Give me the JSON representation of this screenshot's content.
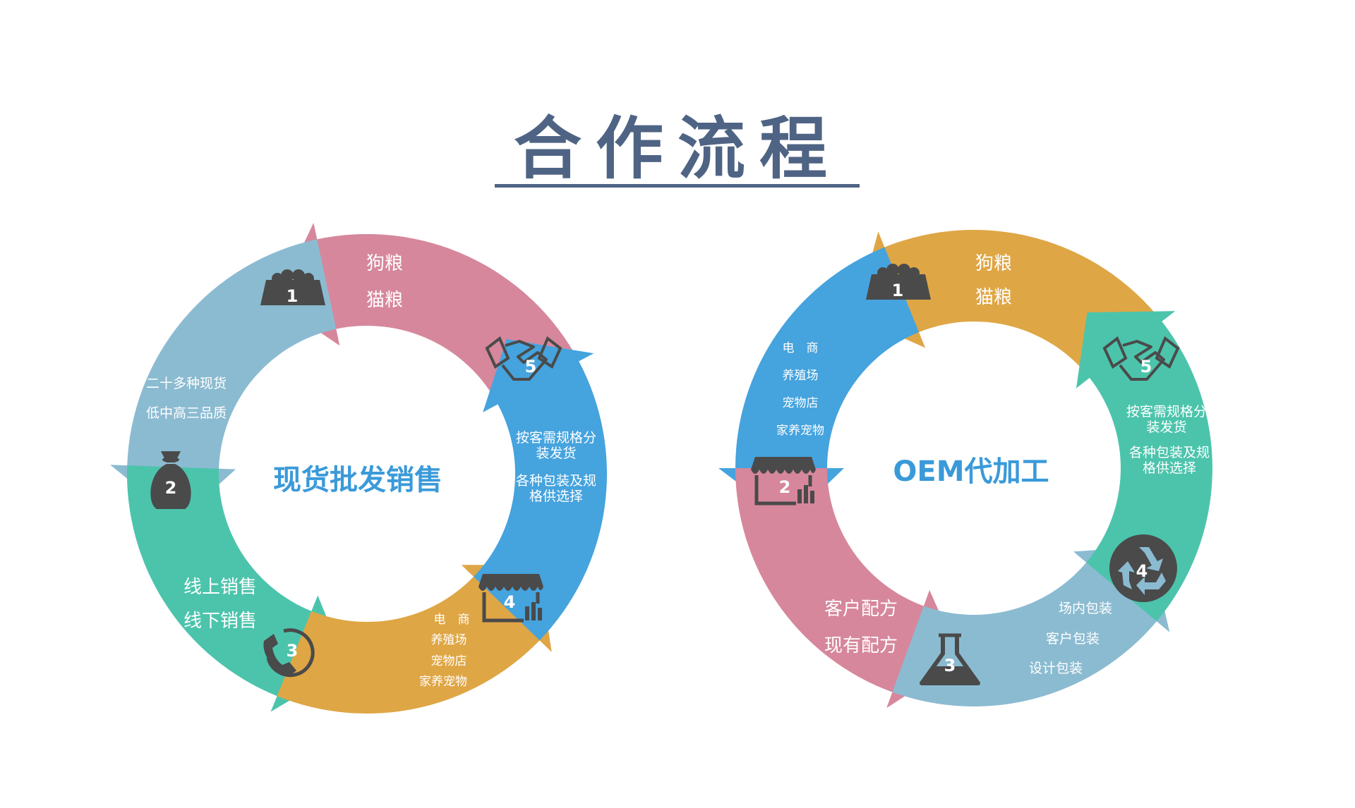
{
  "title": "合作流程",
  "colors": {
    "title": "#4f6484",
    "center_text": "#3a9ad9",
    "icon": "#4a4a4a",
    "label": "#ffffff",
    "pink": "#d6879c",
    "blue": "#45a3de",
    "light_blue": "#8bbbd1",
    "teal": "#4cc4ac",
    "orange": "#dfa645"
  },
  "cycles": [
    {
      "name": "wholesale",
      "center_label": "现货批发销售",
      "steps": [
        {
          "number": "1",
          "icon": "food-bowl-icon",
          "color": "pink",
          "lines": [
            "狗粮",
            "猫粮"
          ]
        },
        {
          "number": "2",
          "icon": "money-bag-icon",
          "color": "light_blue",
          "lines": [
            "二十多种现货",
            "低中高三品质"
          ]
        },
        {
          "number": "3",
          "icon": "phone-icon",
          "color": "teal",
          "lines": [
            "线上销售",
            "线下销售"
          ]
        },
        {
          "number": "4",
          "icon": "storefront-icon",
          "color": "orange",
          "lines": [
            "电　商",
            "养殖场",
            "宠物店",
            "家养宠物"
          ]
        },
        {
          "number": "5",
          "icon": "handshake-icon",
          "color": "blue",
          "lines": [
            "按客需规格分",
            "装发货",
            "各种包装及规",
            "格供选择"
          ]
        }
      ]
    },
    {
      "name": "oem",
      "center_label": "OEM代加工",
      "steps": [
        {
          "number": "1",
          "icon": "food-bowl-icon",
          "color": "orange",
          "lines": [
            "狗粮",
            "猫粮"
          ]
        },
        {
          "number": "2",
          "icon": "storefront-icon",
          "color": "blue",
          "lines": [
            "电　商",
            "养殖场",
            "宠物店",
            "家养宠物"
          ]
        },
        {
          "number": "3",
          "icon": "flask-icon",
          "color": "pink",
          "lines": [
            "客户配方",
            "现有配方"
          ]
        },
        {
          "number": "4",
          "icon": "recycle-icon",
          "color": "light_blue",
          "lines": [
            "场内包装",
            "客户包装",
            "设计包装"
          ]
        },
        {
          "number": "5",
          "icon": "handshake-icon",
          "color": "teal",
          "lines": [
            "按客需规格分",
            "装发货",
            "各种包装及规",
            "格供选择"
          ]
        }
      ]
    }
  ]
}
